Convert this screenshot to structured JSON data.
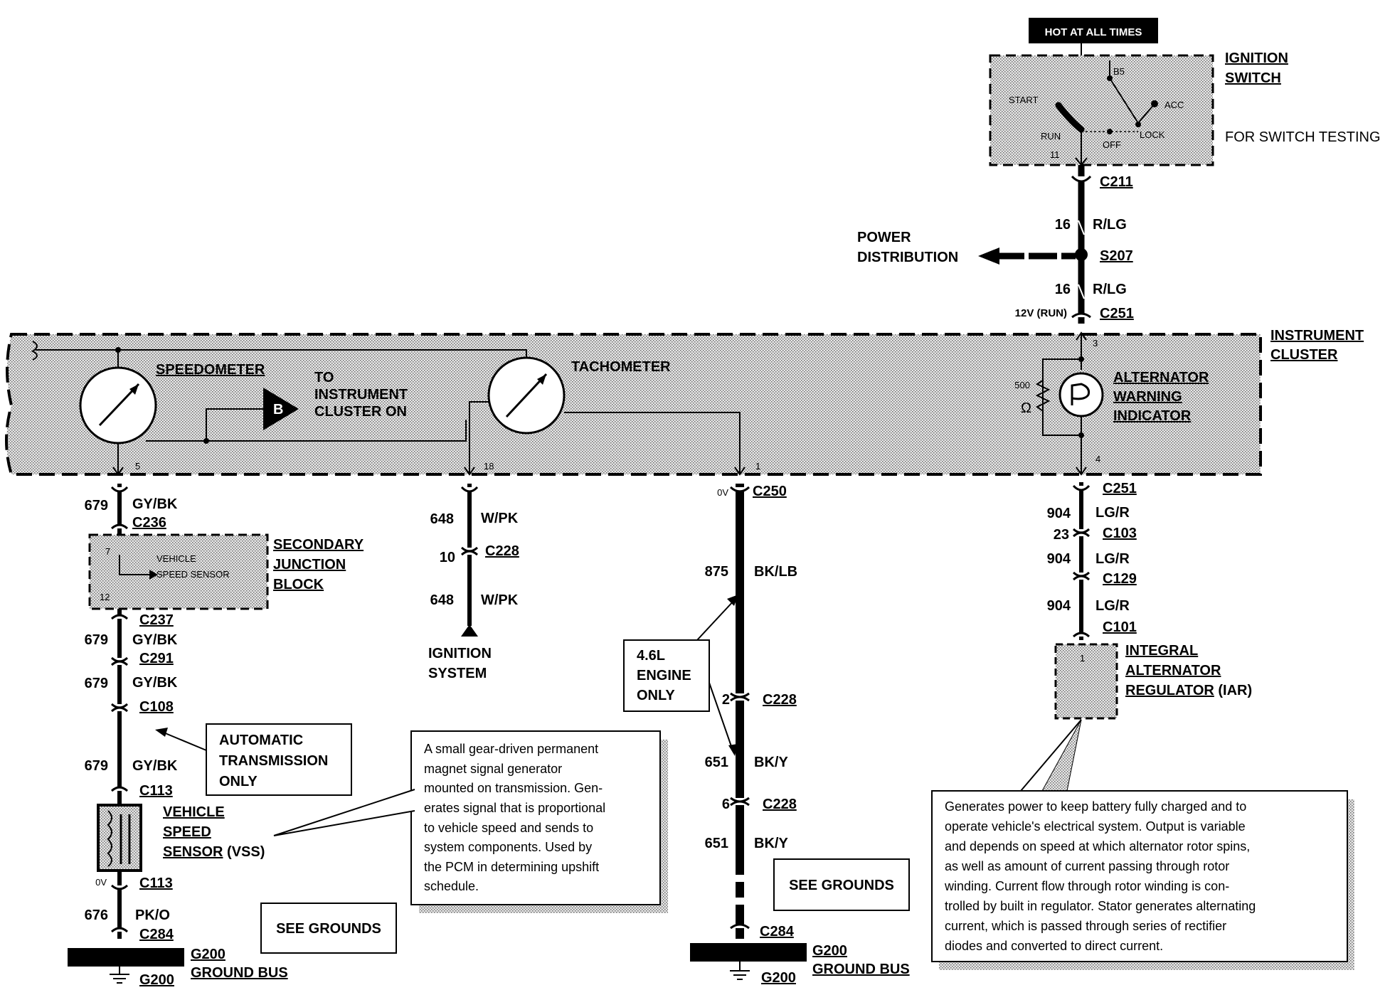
{
  "ignition": {
    "hot_label": "HOT AT ALL TIMES",
    "title_1": "IGNITION",
    "title_2": "SWITCH",
    "side_note": "FOR SWITCH TESTING",
    "pos_b5": "B5",
    "pos_start": "START",
    "pos_acc": "ACC",
    "pos_run": "RUN",
    "pos_off": "OFF",
    "pos_lock": "LOCK",
    "pin_11": "11"
  },
  "feed": {
    "c211": "C211",
    "gauge_1": "16",
    "color_1": "R/LG",
    "s207": "S207",
    "gauge_2": "16",
    "color_2": "R/LG",
    "run_label": "12V (RUN)",
    "c251_top": "C251",
    "power_1": "POWER",
    "power_2": "DISTRIBUTION"
  },
  "cluster": {
    "title_1": "INSTRUMENT",
    "title_2": "CLUSTER",
    "speedometer": "SPEEDOMETER",
    "tachometer": "TACHOMETER",
    "to_1": "TO",
    "to_2": "INSTRUMENT",
    "to_3": "CLUSTER ON",
    "b_marker": "B",
    "alt_1": "ALTERNATOR",
    "alt_2": "WARNING",
    "alt_3": "INDICATOR",
    "resistor_value": "500",
    "ohm": "Ω",
    "pin_3": "3",
    "pin_4": "4",
    "pin_5": "5",
    "pin_18": "18",
    "pin_1": "1"
  },
  "left_branch": {
    "g1": "679",
    "c1": "GY/BK",
    "c236": "C236",
    "sjb_1": "SECONDARY",
    "sjb_2": "JUNCTION",
    "sjb_3": "BLOCK",
    "sjb_inner_1": "VEHICLE",
    "sjb_inner_2": "SPEED SENSOR",
    "pin_7": "7",
    "pin_12": "12",
    "c237": "C237",
    "g2": "679",
    "c2": "GY/BK",
    "c291": "C291",
    "g3": "679",
    "c3": "GY/BK",
    "c108": "C108",
    "auto_1": "AUTOMATIC",
    "auto_2": "TRANSMISSION",
    "auto_3": "ONLY",
    "g4": "679",
    "c4": "GY/BK",
    "c113a": "C113",
    "vss_1": "VEHICLE",
    "vss_2": "SPEED",
    "vss_3": "SENSOR",
    "vss_4": "(VSS)",
    "zero_v": "0V",
    "c113b": "C113",
    "g5": "676",
    "c5": "PK/O",
    "c284": "C284",
    "gnd_1": "G200",
    "gnd_bus": "GROUND BUS",
    "gnd_2": "G200",
    "see_grounds": "SEE GROUNDS"
  },
  "vss_note": [
    "A small gear-driven permanent",
    "magnet signal generator",
    "mounted on transmission.  Gen-",
    "erates signal that is proportional",
    "to vehicle speed and sends to",
    "system components. Used by",
    "the PCM in determining upshift",
    "schedule."
  ],
  "mid_branch": {
    "g1": "648",
    "c1": "W/PK",
    "cavity": "10",
    "c228": "C228",
    "g2": "648",
    "c2": "W/PK",
    "ign_1": "IGNITION",
    "ign_2": "SYSTEM"
  },
  "center_branch": {
    "zero_v": "0V",
    "c250": "C250",
    "g1": "875",
    "c1": "BK/LB",
    "eng_1": "4.6L",
    "eng_2": "ENGINE",
    "eng_3": "ONLY",
    "cav_a": "2",
    "c228a": "C228",
    "g2": "651",
    "c2": "BK/Y",
    "cav_b": "6",
    "c228b": "C228",
    "g3": "651",
    "c3": "BK/Y",
    "see_grounds": "SEE GROUNDS",
    "c284": "C284",
    "gnd_1": "G200",
    "gnd_bus": "GROUND BUS",
    "gnd_2": "G200"
  },
  "right_branch": {
    "c251": "C251",
    "g1": "904",
    "c1": "LG/R",
    "cav": "23",
    "c103": "C103",
    "g2": "904",
    "c2": "LG/R",
    "c129": "C129",
    "g3": "904",
    "c3": "LG/R",
    "c101": "C101",
    "iar_1": "INTEGRAL",
    "iar_2": "ALTERNATOR",
    "iar_3": "REGULATOR",
    "iar_4": "(IAR)",
    "pin_1": "1"
  },
  "iar_note": [
    "Generates power to keep battery fully charged and to",
    "operate vehicle's electrical system.  Output is variable",
    "and depends on speed at which alternator rotor spins,",
    "as well as amount of current passing through rotor",
    "winding.  Current flow through rotor winding is con-",
    "trolled by built in regulator.  Stator generates alternating",
    "current, which is passed through series of rectifier",
    "diodes and converted to direct current."
  ]
}
